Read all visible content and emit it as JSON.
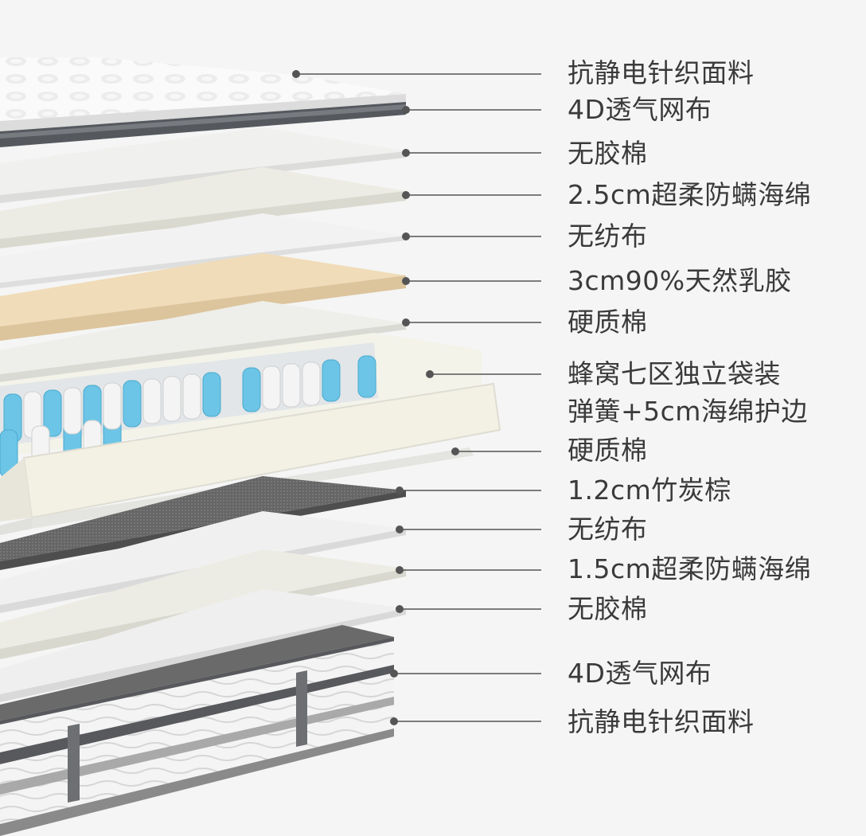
{
  "layers": [
    {
      "id": "top-fabric",
      "label": "抗静电针织面料"
    },
    {
      "id": "top-mesh",
      "label": "4D透气网布"
    },
    {
      "id": "glue-free-cotton-1",
      "label": "无胶棉"
    },
    {
      "id": "anti-mite-foam-25",
      "label": "2.5cm超柔防螨海绵"
    },
    {
      "id": "non-woven-1",
      "label": "无纺布"
    },
    {
      "id": "latex",
      "label": "3cm90%天然乳胶"
    },
    {
      "id": "hard-cotton-1",
      "label": "硬质棉"
    },
    {
      "id": "spring-unit",
      "label_line1": "蜂窝七区独立袋装",
      "label_line2": "弹簧+5cm海绵护边"
    },
    {
      "id": "hard-cotton-2",
      "label": "硬质棉"
    },
    {
      "id": "bamboo-charcoal-palm",
      "label": "1.2cm竹炭棕"
    },
    {
      "id": "non-woven-2",
      "label": "无纺布"
    },
    {
      "id": "anti-mite-foam-15",
      "label": "1.5cm超柔防螨海绵"
    },
    {
      "id": "glue-free-cotton-2",
      "label": "无胶棉"
    },
    {
      "id": "bottom-mesh",
      "label": "4D透气网布"
    },
    {
      "id": "bottom-fabric",
      "label": "抗静电针织面料"
    }
  ],
  "colors": {
    "background": "#f5f5f5",
    "leader_line": "#555555",
    "latex": "#f0dcb8",
    "spring_blue": "#6cc5e6",
    "charcoal": "#6a6a6a",
    "edge_trim": "#55595e"
  }
}
